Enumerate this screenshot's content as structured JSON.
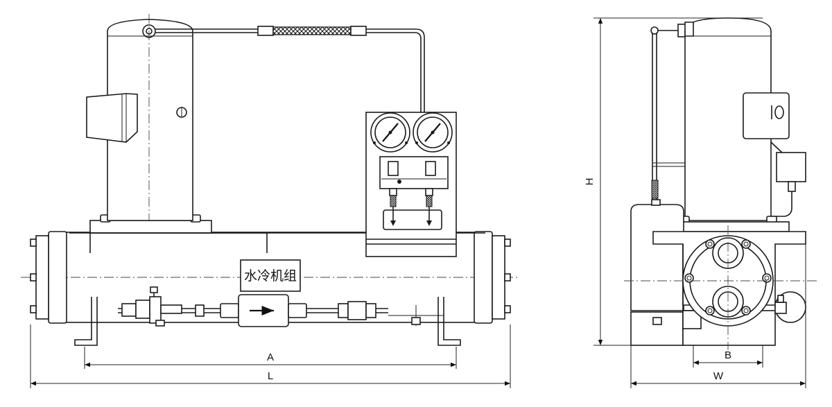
{
  "unit_label": "水冷机组",
  "dimensions": {
    "A": "A",
    "L": "L",
    "H": "H",
    "B": "B",
    "W": "W"
  }
}
